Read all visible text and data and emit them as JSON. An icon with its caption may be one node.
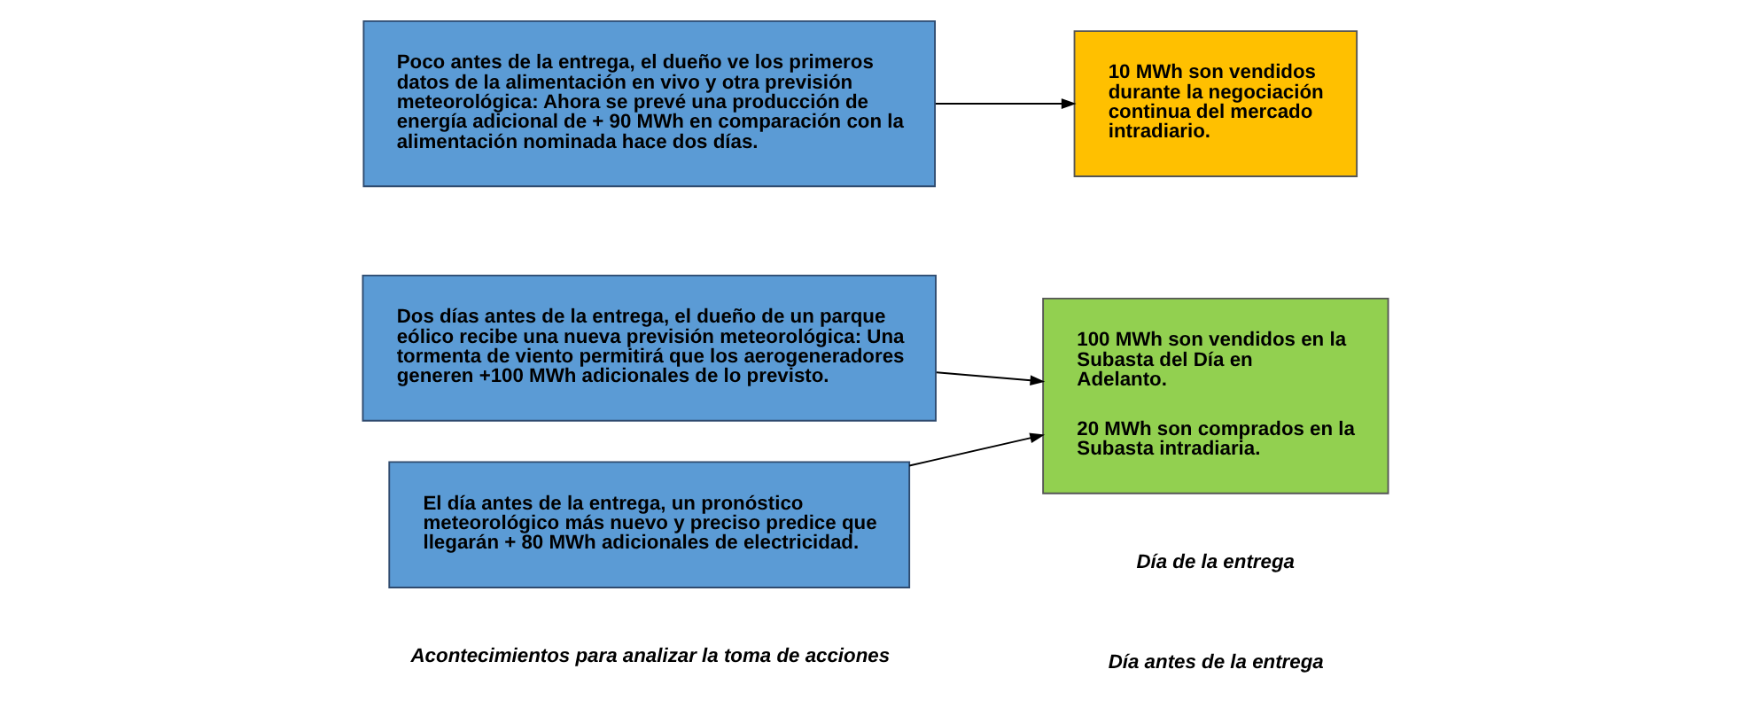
{
  "diagram": {
    "nodes": [
      {
        "text": [
          "Dos días antes de la entrega, el dueño de un parque eólico recibe una nueva previsión meteorológica: Una tormenta de viento permitirá que los aerogeneradores generen +100 MWh adicionales de lo previsto."
        ]
      },
      {
        "text": [
          "El día antes de la entrega, un pronóstico meteorológico más nuevo y preciso predice que llegarán + 80 MWh adicionales de electricidad."
        ]
      },
      {
        "text": [
          "Poco antes de la entrega, el dueño ve los primeros datos de la alimentación en vivo y otra previsión meteorológica: Ahora se prevé una producción de energía adicional de + 90 MWh en comparación con la alimentación nominada hace dos días."
        ]
      },
      {
        "text": [
          "100 MWh son vendidos en la Subasta del Día en Adelanto.",
          "20 MWh son comprados en la Subasta intradiaria."
        ]
      },
      {
        "text": [
          "10 MWh son vendidos durante la negociación continua del mercado intradiario."
        ]
      }
    ],
    "edges": [
      {
        "from": 0,
        "to": 3,
        "arrow": "to"
      },
      {
        "from": 1,
        "to": 3,
        "arrow": "to"
      },
      {
        "from": 2,
        "to": 4,
        "arrow": "to"
      }
    ],
    "labels": [
      "Acontecimientos para analizar la toma de acciones",
      "Día antes de la entrega",
      "Día de la entrega"
    ]
  }
}
